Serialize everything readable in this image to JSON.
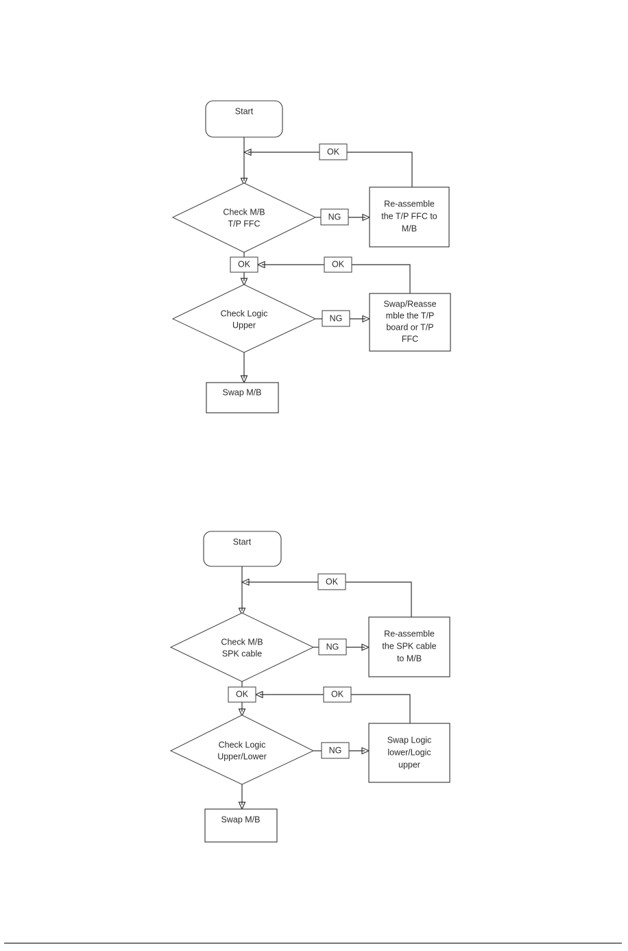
{
  "page": {
    "background_color": "#ffffff",
    "line_color": "#2f2f2f",
    "text_color": "#2a2a2a",
    "footer_rule": true
  },
  "flowcharts": [
    {
      "id": "touchpad-troubleshooting",
      "nodes": {
        "start": {
          "label": "Start",
          "shape": "rounded-rect"
        },
        "decision1": {
          "label_line1": "Check M/B",
          "label_line2": "T/P FFC",
          "shape": "diamond"
        },
        "action1": {
          "label_line1": "Re-assemble",
          "label_line2": "the T/P FFC to",
          "label_line3": "M/B",
          "shape": "rect"
        },
        "decision2": {
          "label_line1": "Check Logic",
          "label_line2": "Upper",
          "shape": "diamond"
        },
        "action2": {
          "label_line1": "Swap/Reasse",
          "label_line2": "mble the T/P",
          "label_line3": "board or T/P",
          "label_line4": "FFC",
          "shape": "rect"
        },
        "end": {
          "label": "Swap M/B",
          "shape": "rect"
        }
      },
      "edge_labels": {
        "ok_top": "OK",
        "ng_first": "NG",
        "ok_junction": "OK",
        "ok_return_first": "OK",
        "ng_second": "NG"
      }
    },
    {
      "id": "speaker-troubleshooting",
      "nodes": {
        "start": {
          "label": "Start",
          "shape": "rounded-rect"
        },
        "decision1": {
          "label_line1": "Check M/B",
          "label_line2": "SPK cable",
          "shape": "diamond"
        },
        "action1": {
          "label_line1": "Re-assemble",
          "label_line2": "the SPK cable",
          "label_line3": "to M/B",
          "shape": "rect"
        },
        "decision2": {
          "label_line1": "Check Logic",
          "label_line2": "Upper/Lower",
          "shape": "diamond"
        },
        "action2": {
          "label_line1": "Swap Logic",
          "label_line2": "lower/Logic",
          "label_line3": "upper",
          "shape": "rect"
        },
        "end": {
          "label": "Swap M/B",
          "shape": "rect"
        }
      },
      "edge_labels": {
        "ok_top": "OK",
        "ng_first": "NG",
        "ok_junction": "OK",
        "ok_return_first": "OK",
        "ng_second": "NG"
      }
    }
  ]
}
